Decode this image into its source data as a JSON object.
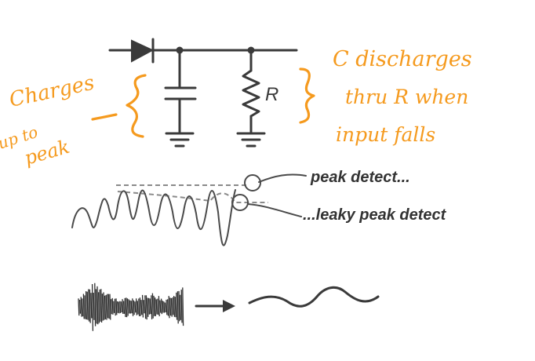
{
  "circuit": {
    "resistor_label": "R"
  },
  "annotations": {
    "left_line1": "Charges",
    "left_line2": "up to",
    "left_line3": "peak",
    "right_line1": "C discharges",
    "right_line2": "thru R when",
    "right_line3": "input falls"
  },
  "waveform_labels": {
    "peak": "peak detect...",
    "leaky": "...leaky peak detect"
  },
  "colors": {
    "annotation": "#f59a1e",
    "ink": "#3a3a3a"
  }
}
